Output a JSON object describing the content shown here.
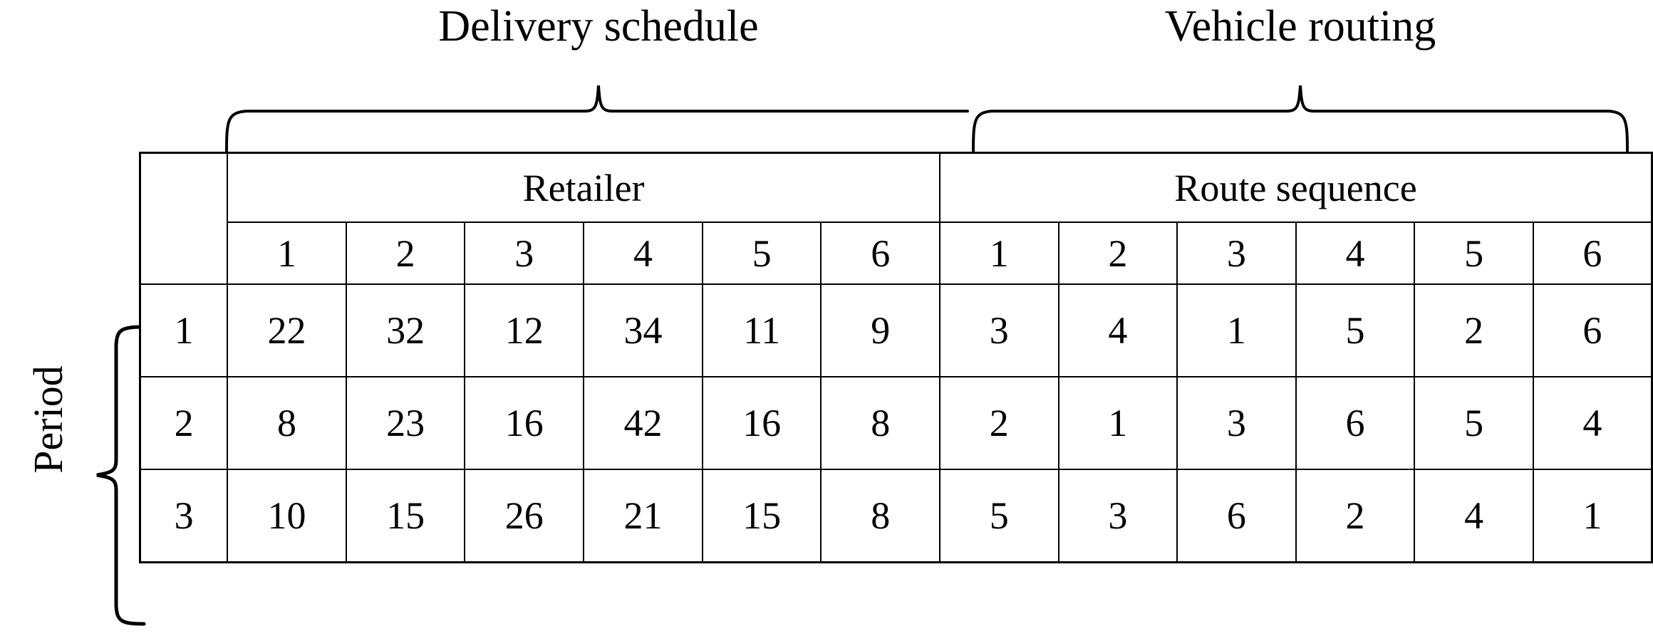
{
  "top_groups": [
    {
      "label": "Delivery schedule"
    },
    {
      "label": "Vehicle routing"
    }
  ],
  "table": {
    "row_axis_label": "Period",
    "group_headers": [
      {
        "label": "Retailer",
        "span": 6
      },
      {
        "label": "Route sequence",
        "span": 6
      }
    ],
    "column_numbers_left": [
      "1",
      "2",
      "3",
      "4",
      "5",
      "6"
    ],
    "column_numbers_right": [
      "1",
      "2",
      "3",
      "4",
      "5",
      "6"
    ],
    "rows": [
      {
        "period": "1",
        "delivery": [
          "22",
          "32",
          "12",
          "34",
          "11",
          "9"
        ],
        "routing": [
          "3",
          "4",
          "1",
          "5",
          "2",
          "6"
        ]
      },
      {
        "period": "2",
        "delivery": [
          "8",
          "23",
          "16",
          "42",
          "16",
          "8"
        ],
        "routing": [
          "2",
          "1",
          "3",
          "6",
          "5",
          "4"
        ]
      },
      {
        "period": "3",
        "delivery": [
          "10",
          "15",
          "26",
          "21",
          "15",
          "8"
        ],
        "routing": [
          "5",
          "3",
          "6",
          "2",
          "4",
          "1"
        ]
      }
    ]
  },
  "chart_data": {
    "type": "table",
    "title": "",
    "grouping": [
      "Delivery schedule",
      "Vehicle routing"
    ],
    "subgrouping": [
      "Retailer",
      "Route sequence"
    ],
    "row_label": "Period",
    "rows": [
      "1",
      "2",
      "3"
    ],
    "columns": [
      "1",
      "2",
      "3",
      "4",
      "5",
      "6",
      "1",
      "2",
      "3",
      "4",
      "5",
      "6"
    ],
    "values": [
      [
        22,
        32,
        12,
        34,
        11,
        9,
        3,
        4,
        1,
        5,
        2,
        6
      ],
      [
        8,
        23,
        16,
        42,
        16,
        8,
        2,
        1,
        3,
        6,
        5,
        4
      ],
      [
        10,
        15,
        26,
        21,
        15,
        8,
        5,
        3,
        6,
        2,
        4,
        1
      ]
    ]
  }
}
